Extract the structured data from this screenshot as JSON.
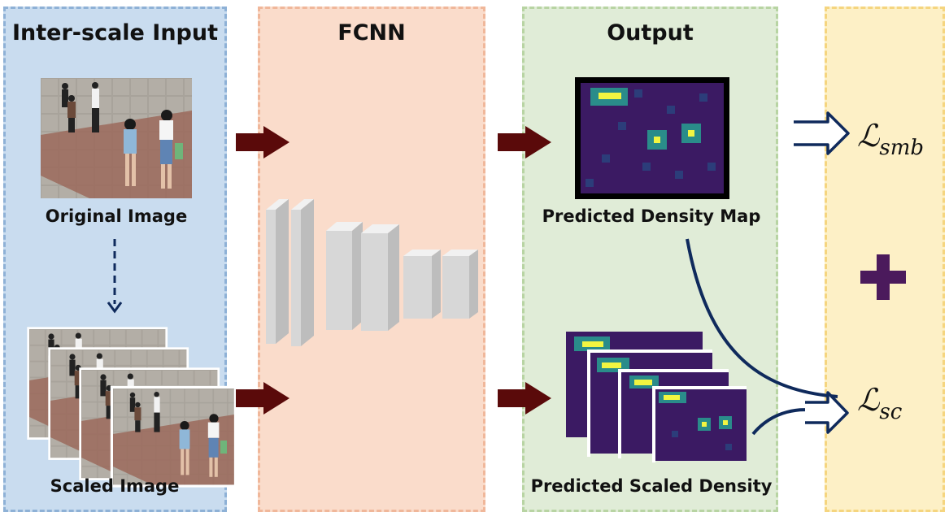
{
  "panels": {
    "input": {
      "title": "Inter-scale Input"
    },
    "fcnn": {
      "title": "FCNN"
    },
    "output": {
      "title": "Output"
    }
  },
  "labels": {
    "original_image": "Original Image",
    "scaled_image": "Scaled Image",
    "predicted_density_map": "Predicted Density Map",
    "predicted_scaled_density": "Predicted Scaled Density"
  },
  "losses": {
    "smb": {
      "symbol": "ℒ",
      "subscript": "smb"
    },
    "sc": {
      "symbol": "ℒ",
      "subscript": "sc"
    },
    "combine": "+"
  },
  "colors": {
    "arrow_dark_red": "#5a0a0a",
    "arrow_navy": "#0f2a5c",
    "plus_purple": "#4b1a5c",
    "density_bg": "#3b1a63",
    "density_peak": "#f2f541"
  }
}
